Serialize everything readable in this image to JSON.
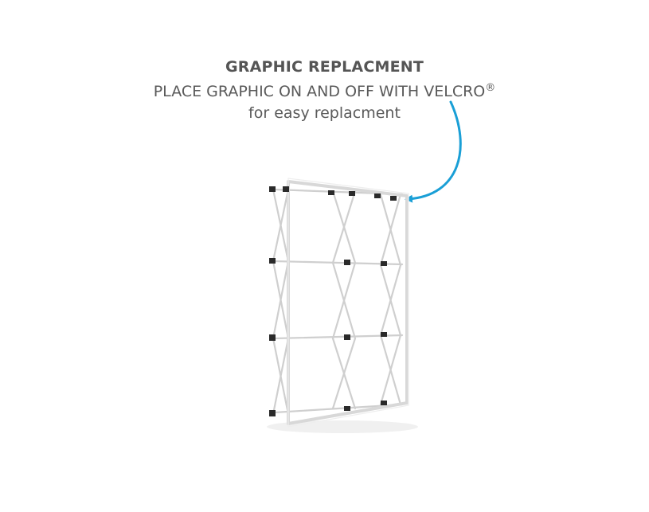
{
  "caption": {
    "title": "GRAPHIC REPLACMENT",
    "line2_main": "PLACE GRAPHIC ON AND OFF  WITH VELCRO",
    "line2_mark": "®",
    "line3": "for easy replacment"
  },
  "colors": {
    "text": "#5a5a5a",
    "arrow": "#1a9fd6",
    "frame": "#dcdcdc",
    "connector": "#2a2a2a"
  },
  "icons": {
    "arrow": "curved-arrow-icon",
    "product": "popup-frame-image"
  }
}
